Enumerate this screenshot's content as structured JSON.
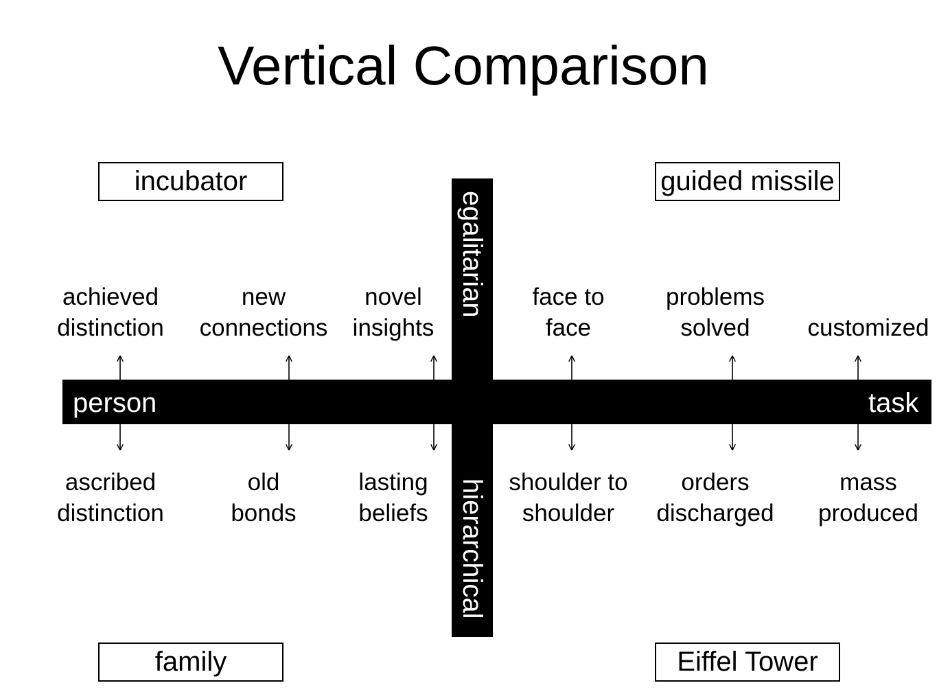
{
  "title": "Vertical Comparison",
  "quadrants": {
    "top_left": "incubator",
    "top_right": "guided missile",
    "bottom_left": "family",
    "bottom_right": "Eiffel Tower"
  },
  "axes": {
    "horizontal_left": "person",
    "horizontal_right": "task",
    "vertical_top": "egalitarian",
    "vertical_bottom": "hierarchical"
  },
  "columns": [
    {
      "top": [
        "achieved",
        "distinction"
      ],
      "bottom": [
        "ascribed",
        "distinction"
      ]
    },
    {
      "top": [
        "new",
        "connections"
      ],
      "bottom": [
        "old",
        "bonds"
      ]
    },
    {
      "top": [
        "novel",
        "insights"
      ],
      "bottom": [
        "lasting",
        "beliefs"
      ]
    },
    {
      "top": [
        "face to",
        "face"
      ],
      "bottom": [
        "shoulder to",
        "shoulder"
      ]
    },
    {
      "top": [
        "problems",
        "solved"
      ],
      "bottom": [
        "orders",
        "discharged"
      ]
    },
    {
      "top": [
        "customized"
      ],
      "bottom": [
        "mass",
        "produced"
      ]
    }
  ]
}
